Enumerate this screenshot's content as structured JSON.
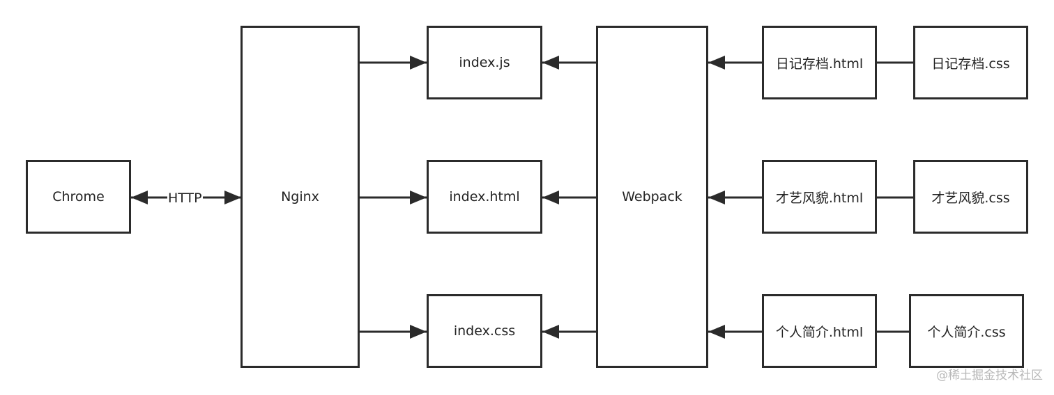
{
  "nodes": {
    "chrome": "Chrome",
    "nginx": "Nginx",
    "index_js": "index.js",
    "index_html": "index.html",
    "index_css": "index.css",
    "webpack": "Webpack",
    "diary_html": "日记存档.html",
    "diary_css": "日记存档.css",
    "talent_html": "才艺风貌.html",
    "talent_css": "才艺风貌.css",
    "profile_html": "个人简介.html",
    "profile_css": "个人简介.css"
  },
  "edges": {
    "http_label": "HTTP"
  },
  "watermark": "@稀土掘金技术社区",
  "colors": {
    "stroke": "#2b2b2b",
    "watermark": "#b8b8b8"
  }
}
